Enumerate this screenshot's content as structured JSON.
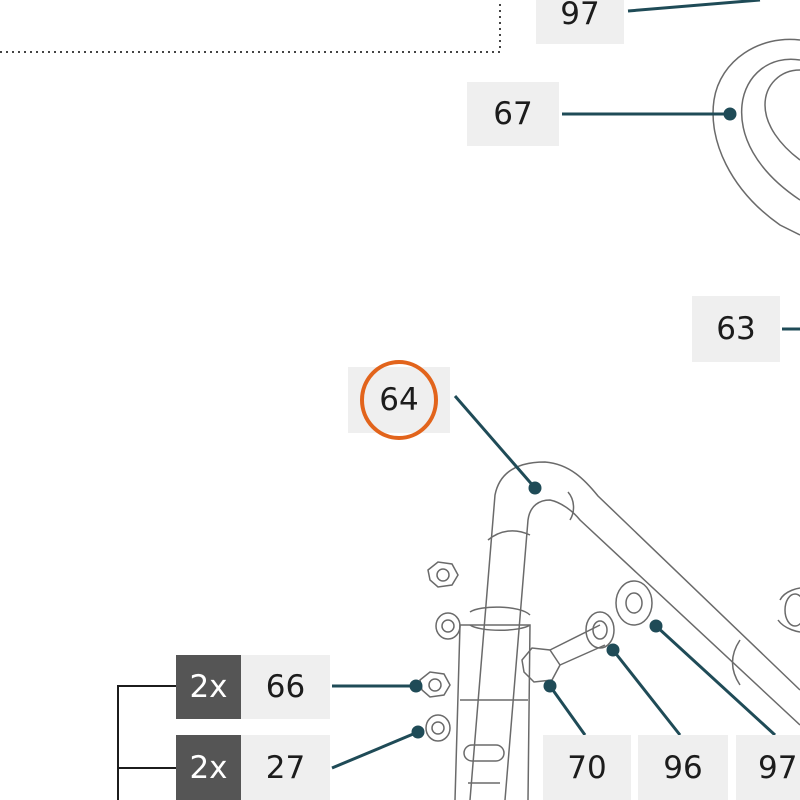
{
  "callouts": {
    "c97_top": "97",
    "c67": "67",
    "c63": "63",
    "c64": "64",
    "c66": "66",
    "c27": "27",
    "c70": "70",
    "c96": "96",
    "c97_bottom": "97"
  },
  "quantities": {
    "q66": "2x",
    "q27": "2x"
  },
  "colors": {
    "leader": "#1f4b57",
    "highlight": "#e2641c",
    "label_bg": "#efefef",
    "qty_bg": "#555555",
    "part_stroke": "#6a6a6a"
  }
}
